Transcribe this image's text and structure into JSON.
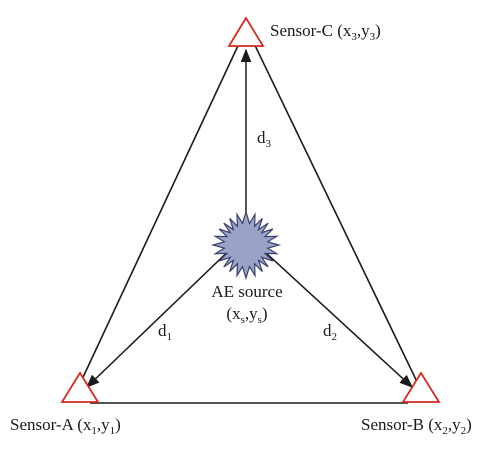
{
  "colors": {
    "line": "#1a1a1a",
    "sensor_stroke": "#d62a1e",
    "source_fill": "#9aa3c7",
    "source_stroke": "#3a3f6e"
  },
  "source": {
    "line1": "AE source",
    "paren_open": "(",
    "x": "x",
    "x_sub": "s",
    "comma": ",",
    "y": "y",
    "y_sub": "s",
    "paren_close": ")"
  },
  "sensor_a": {
    "name": "Sensor-A ",
    "paren_open": "(",
    "x": "x",
    "x_sub": "1",
    "comma": ",",
    "y": "y",
    "y_sub": "1",
    "paren_close": ")"
  },
  "sensor_b": {
    "name": "Sensor-B ",
    "paren_open": "(",
    "x": "x",
    "x_sub": "2",
    "comma": ",",
    "y": "y",
    "y_sub": "2",
    "paren_close": ")"
  },
  "sensor_c": {
    "name": "Sensor-C ",
    "paren_open": "(",
    "x": "x",
    "x_sub": "3",
    "comma": ",",
    "y": "y",
    "y_sub": "3",
    "paren_close": ")"
  },
  "distances": {
    "d1": "d",
    "d1_sub": "1",
    "d2": "d",
    "d2_sub": "2",
    "d3": "d",
    "d3_sub": "3"
  }
}
